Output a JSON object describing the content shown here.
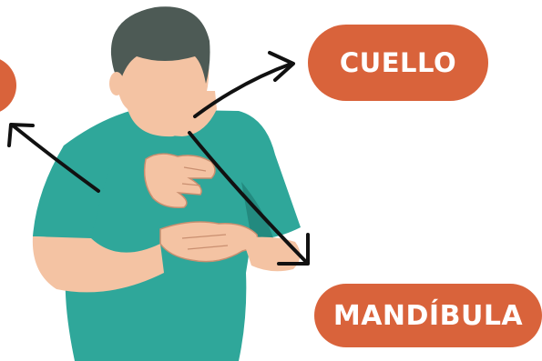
{
  "labels": {
    "cuello": "CUELLO",
    "mandibula": "MANDÍBULA"
  },
  "colors": {
    "pill": "#d9633b",
    "shirt": "#2fa79a",
    "shirt_shadow": "#238a7f",
    "skin": "#f4c3a3",
    "skin_line": "#c98f70",
    "hair": "#4d5a55",
    "arrow": "#111111"
  },
  "icons": {
    "figure": "person-clutching-chest-illustration",
    "arrows": "pointer-arrow"
  }
}
